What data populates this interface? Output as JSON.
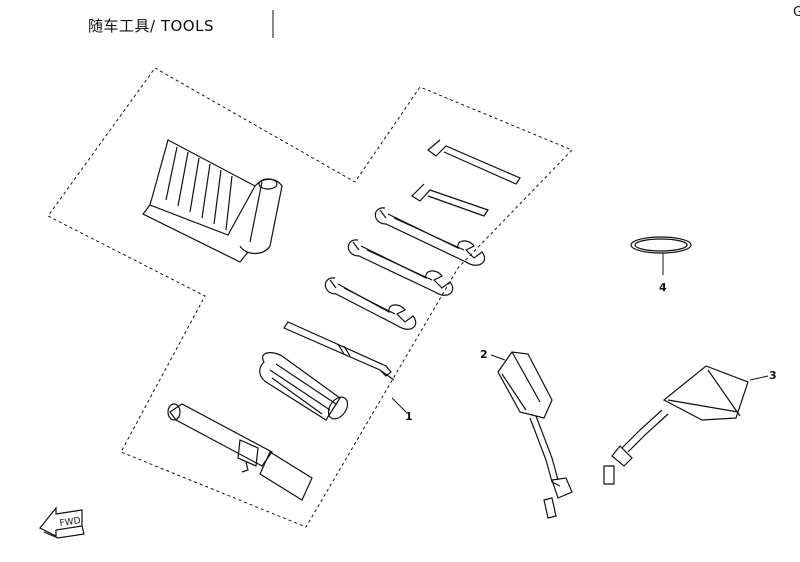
{
  "header": {
    "title": "随车工具/ TOOLS",
    "edge_mark": "G"
  },
  "callouts": [
    "1",
    "2",
    "3",
    "4"
  ],
  "fwd_label": "FWD",
  "colors": {
    "line": "#111111",
    "background": "#ffffff"
  },
  "icons": [
    "tool-roll-icon",
    "hex-key-icon",
    "open-end-wrench-icon",
    "screwdriver-icon",
    "screwdriver-handle-icon",
    "spark-plug-wrench-icon",
    "o-ring-icon",
    "mirror-icon",
    "fwd-arrow-icon"
  ]
}
